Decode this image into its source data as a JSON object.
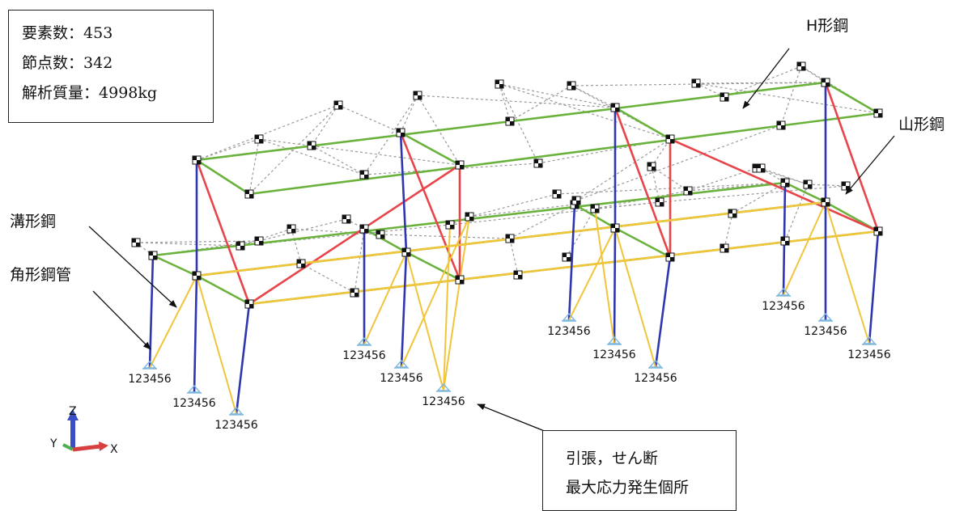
{
  "info_box": {
    "element_count_label": "要素数：",
    "element_count": "453",
    "node_count_label": "節点数：",
    "node_count": "342",
    "mass_label": "解析質量：",
    "mass": "4998kg"
  },
  "labels": {
    "h_beam": "H形鋼",
    "angle_steel": "山形鋼",
    "channel_steel": "溝形鋼",
    "square_tube": "角形鋼管"
  },
  "support_label": "123456",
  "callout": {
    "line1": "引張，せん断",
    "line2": "最大応力発生個所"
  },
  "axes": {
    "z": "Z",
    "y": "Y",
    "x": "X"
  },
  "colors": {
    "h_beam": "#6ab23c",
    "brace": "#e8454a",
    "column": "#2e36b0",
    "angle_brace": "#f0c53a",
    "dashed": "#999999",
    "support": "#7fb8dd"
  }
}
